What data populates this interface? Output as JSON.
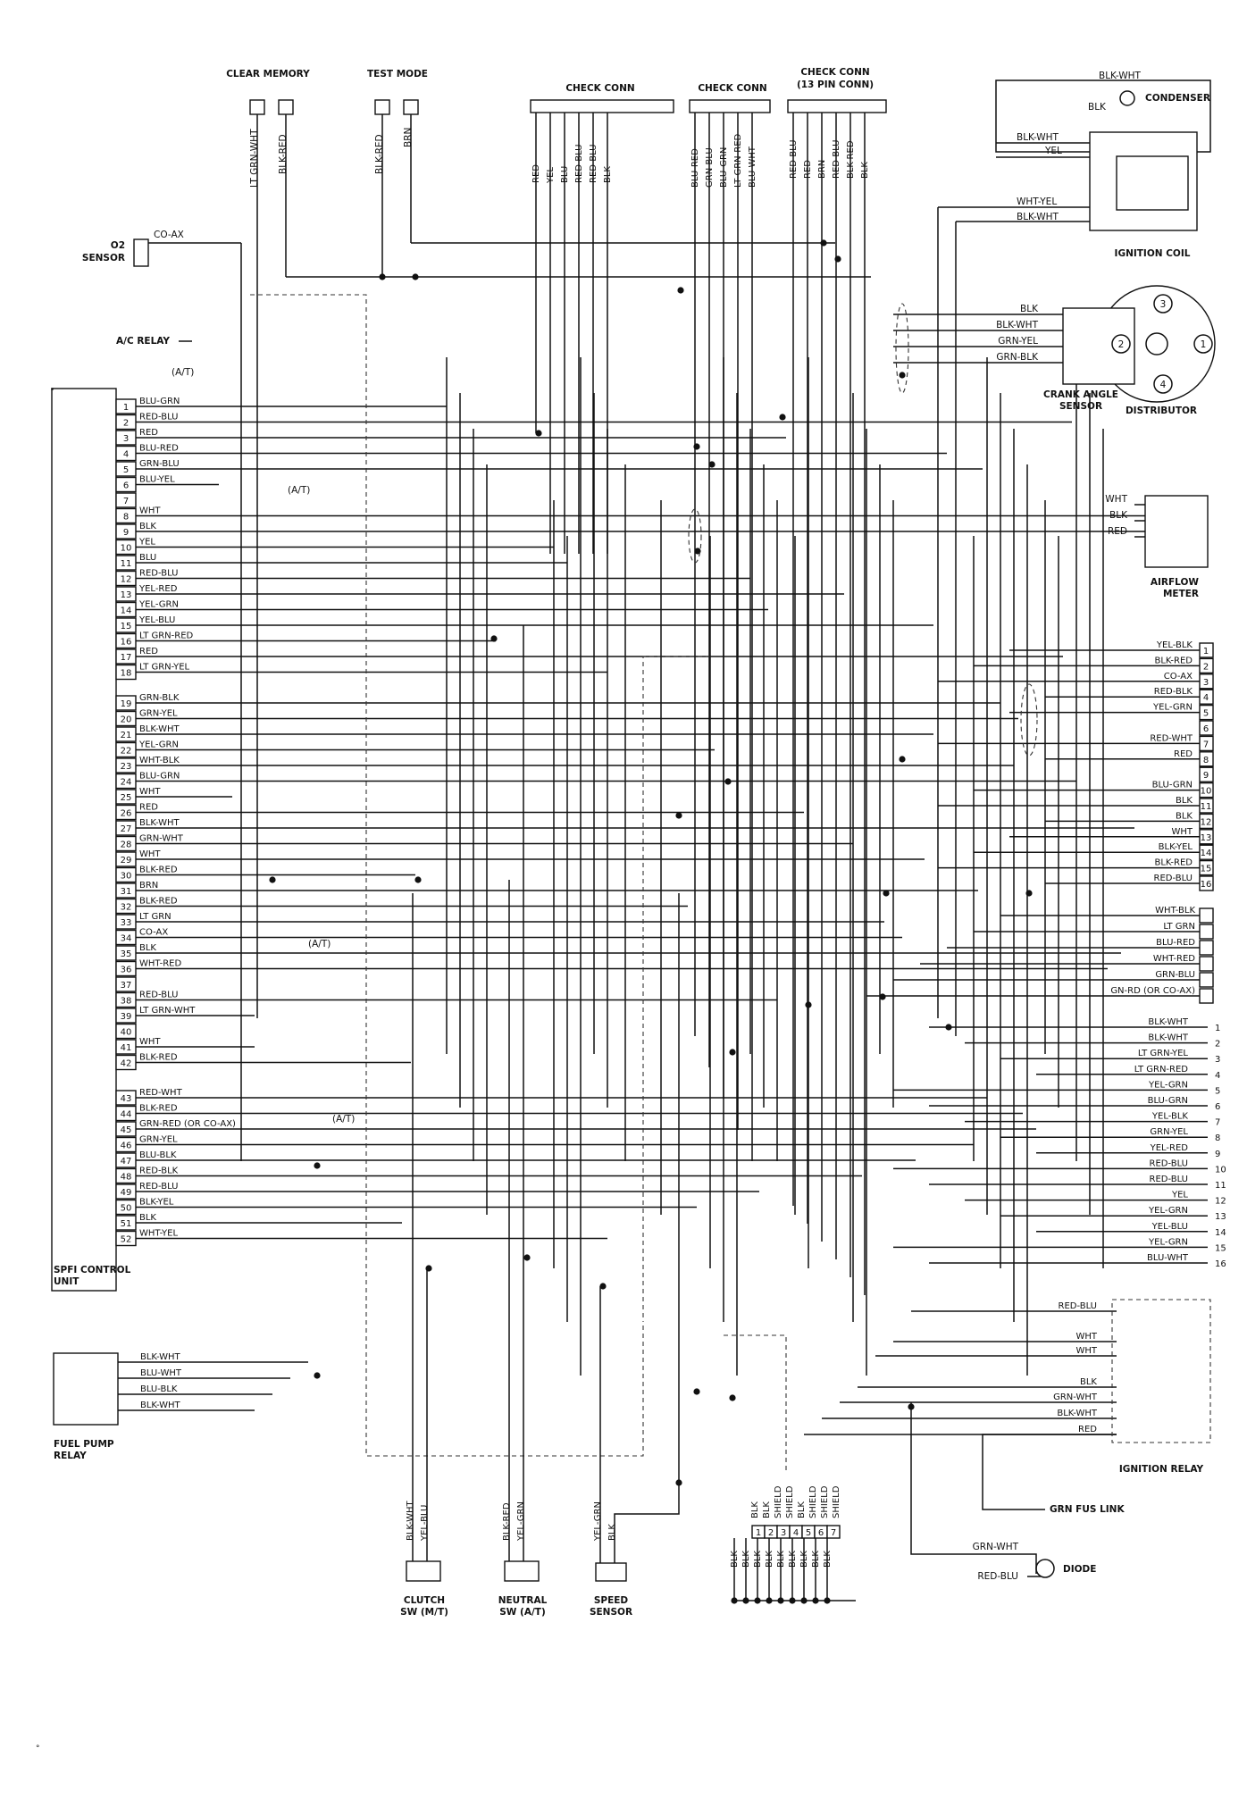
{
  "ecu": {
    "label": [
      "SPFI CONTROL",
      "UNIT"
    ],
    "pins": [
      {
        "n": "1",
        "w": "BLU-GRN"
      },
      {
        "n": "2",
        "w": "RED-BLU"
      },
      {
        "n": "3",
        "w": "RED"
      },
      {
        "n": "4",
        "w": "BLU-RED"
      },
      {
        "n": "5",
        "w": "GRN-BLU"
      },
      {
        "n": "6",
        "w": "BLU-YEL"
      },
      {
        "n": "7",
        "w": ""
      },
      {
        "n": "8",
        "w": "WHT"
      },
      {
        "n": "9",
        "w": "BLK"
      },
      {
        "n": "10",
        "w": "YEL"
      },
      {
        "n": "11",
        "w": "BLU"
      },
      {
        "n": "12",
        "w": "RED-BLU"
      },
      {
        "n": "13",
        "w": "YEL-RED"
      },
      {
        "n": "14",
        "w": "YEL-GRN"
      },
      {
        "n": "15",
        "w": "YEL-BLU"
      },
      {
        "n": "16",
        "w": "LT GRN-RED"
      },
      {
        "n": "17",
        "w": "RED"
      },
      {
        "n": "18",
        "w": "LT GRN-YEL"
      },
      {
        "n": "19",
        "w": "GRN-BLK"
      },
      {
        "n": "20",
        "w": "GRN-YEL"
      },
      {
        "n": "21",
        "w": "BLK-WHT"
      },
      {
        "n": "22",
        "w": "YEL-GRN"
      },
      {
        "n": "23",
        "w": "WHT-BLK"
      },
      {
        "n": "24",
        "w": "BLU-GRN"
      },
      {
        "n": "25",
        "w": "WHT"
      },
      {
        "n": "26",
        "w": "RED"
      },
      {
        "n": "27",
        "w": "BLK-WHT"
      },
      {
        "n": "28",
        "w": "GRN-WHT"
      },
      {
        "n": "29",
        "w": "WHT"
      },
      {
        "n": "30",
        "w": "BLK-RED"
      },
      {
        "n": "31",
        "w": "BRN"
      },
      {
        "n": "32",
        "w": "BLK-RED"
      },
      {
        "n": "33",
        "w": "LT GRN"
      },
      {
        "n": "34",
        "w": "CO-AX"
      },
      {
        "n": "35",
        "w": "BLK"
      },
      {
        "n": "36",
        "w": "WHT-RED"
      },
      {
        "n": "37",
        "w": ""
      },
      {
        "n": "38",
        "w": "RED-BLU"
      },
      {
        "n": "39",
        "w": "LT GRN-WHT"
      },
      {
        "n": "40",
        "w": ""
      },
      {
        "n": "41",
        "w": "WHT"
      },
      {
        "n": "42",
        "w": "BLK-RED"
      },
      {
        "n": "43",
        "w": "RED-WHT"
      },
      {
        "n": "44",
        "w": "BLK-RED"
      },
      {
        "n": "45",
        "w": "GRN-RED (OR CO-AX)"
      },
      {
        "n": "46",
        "w": "GRN-YEL"
      },
      {
        "n": "47",
        "w": "BLU-BLK"
      },
      {
        "n": "48",
        "w": "RED-BLK"
      },
      {
        "n": "49",
        "w": "RED-BLU"
      },
      {
        "n": "50",
        "w": "BLK-YEL"
      },
      {
        "n": "51",
        "w": "BLK"
      },
      {
        "n": "52",
        "w": "WHT-YEL"
      }
    ]
  },
  "top": {
    "clear_memory": "CLEAR MEMORY",
    "clear_memory_wires": [
      "LT GRN-WHT",
      "BLK-RED"
    ],
    "test_mode": "TEST MODE",
    "test_mode_wires": [
      "BLK-RED",
      "BRN"
    ],
    "check_conn_1": "CHECK CONN",
    "check_conn_1_wires": [
      "RED",
      "YEL",
      "BLU",
      "RED-BLU",
      "RED-BLU",
      "BLK"
    ],
    "check_conn_2": "CHECK CONN",
    "check_conn_2_wires": [
      "BLU-RED",
      "GRN-BLU",
      "BLU-GRN",
      "LT GRN-RED",
      "BLU-WHT"
    ],
    "check_conn_3": [
      "CHECK CONN",
      "(13 PIN CONN)"
    ],
    "check_conn_3_wires": [
      "RED-BLU",
      "RED",
      "BRN",
      "RED-BLU",
      "BLK-RED",
      "BLK"
    ]
  },
  "left": {
    "o2": [
      "O2",
      "SENSOR"
    ],
    "o2_wire": "CO-AX",
    "ac_relay": "A/C RELAY",
    "at_labels": [
      "(A/T)",
      "(A/T)",
      "(A/T)",
      "(A/T)"
    ]
  },
  "coil": {
    "label": "IGNITION COIL",
    "condenser": "CONDENSER",
    "wires": [
      "BLK-WHT",
      "BLK",
      "BLK-WHT",
      "YEL",
      "WHT-YEL",
      "BLK-WHT"
    ]
  },
  "distributor": {
    "crank": [
      "CRANK ANGLE",
      "SENSOR"
    ],
    "label": "DISTRIBUTOR",
    "numbers": [
      "1",
      "2",
      "3",
      "4"
    ],
    "wires": [
      "BLK",
      "BLK-WHT",
      "GRN-YEL",
      "GRN-BLK"
    ]
  },
  "airflow": {
    "label": [
      "AIRFLOW",
      "METER"
    ],
    "wires": [
      "WHT",
      "BLK",
      "RED"
    ]
  },
  "conn16a": {
    "rows": [
      {
        "n": "1",
        "w": "YEL-BLK"
      },
      {
        "n": "2",
        "w": "BLK-RED"
      },
      {
        "n": "3",
        "w": "CO-AX"
      },
      {
        "n": "4",
        "w": "RED-BLK"
      },
      {
        "n": "5",
        "w": "YEL-GRN"
      },
      {
        "n": "6",
        "w": ""
      },
      {
        "n": "7",
        "w": "RED-WHT"
      },
      {
        "n": "8",
        "w": "RED"
      },
      {
        "n": "9",
        "w": ""
      },
      {
        "n": "10",
        "w": "BLU-GRN"
      },
      {
        "n": "11",
        "w": "BLK"
      },
      {
        "n": "12",
        "w": "BLK"
      },
      {
        "n": "13",
        "w": "WHT"
      },
      {
        "n": "14",
        "w": "BLK-YEL"
      },
      {
        "n": "15",
        "w": "BLK-RED"
      },
      {
        "n": "16",
        "w": "RED-BLU"
      }
    ]
  },
  "conn6": {
    "rows": [
      "WHT-BLK",
      "LT GRN",
      "BLU-RED",
      "WHT-RED",
      "GRN-BLU",
      "GN-RD (OR CO-AX)"
    ]
  },
  "conn16b": {
    "rows": [
      {
        "n": "1",
        "w": "BLK-WHT"
      },
      {
        "n": "2",
        "w": "BLK-WHT"
      },
      {
        "n": "3",
        "w": "LT GRN-YEL"
      },
      {
        "n": "4",
        "w": "LT GRN-RED"
      },
      {
        "n": "5",
        "w": "YEL-GRN"
      },
      {
        "n": "6",
        "w": "BLU-GRN"
      },
      {
        "n": "7",
        "w": "YEL-BLK"
      },
      {
        "n": "8",
        "w": "GRN-YEL"
      },
      {
        "n": "9",
        "w": "YEL-RED"
      },
      {
        "n": "10",
        "w": "RED-BLU"
      },
      {
        "n": "11",
        "w": "RED-BLU"
      },
      {
        "n": "12",
        "w": "YEL"
      },
      {
        "n": "13",
        "w": "YEL-GRN"
      },
      {
        "n": "14",
        "w": "YEL-BLU"
      },
      {
        "n": "15",
        "w": "YEL-GRN"
      },
      {
        "n": "16",
        "w": "BLU-WHT"
      }
    ]
  },
  "ign_relay": {
    "label": "IGNITION RELAY",
    "wires": [
      "RED-BLU",
      "WHT",
      "WHT",
      "BLK",
      "GRN-WHT",
      "BLK-WHT",
      "RED"
    ]
  },
  "fus_link": "GRN FUS LINK",
  "diode": {
    "label": "DIODE",
    "wires": [
      "GRN-WHT",
      "RED-BLU"
    ]
  },
  "fuel_pump": {
    "label": [
      "FUEL PUMP",
      "RELAY"
    ],
    "wires": [
      "BLK-WHT",
      "BLU-WHT",
      "BLU-BLK",
      "BLK-WHT"
    ]
  },
  "bottom": {
    "clutch": [
      "CLUTCH",
      "SW (M/T)"
    ],
    "clutch_wires": [
      "BLK-WHT",
      "YEL-BLU"
    ],
    "neutral": [
      "NEUTRAL",
      "SW (A/T)"
    ],
    "neutral_wires": [
      "BLK-RED",
      "YEL-GRN"
    ],
    "speed": [
      "SPEED",
      "SENSOR"
    ],
    "speed_wires": [
      "YEL-GRN",
      "BLK"
    ],
    "ground_top": [
      "BLK",
      "BLK",
      "SHIELD",
      "SHIELD",
      "BLK",
      "SHIELD",
      "SHIELD",
      "SHIELD"
    ],
    "ground_pins": [
      "1",
      "2",
      "3",
      "4",
      "5",
      "6",
      "7"
    ],
    "ground_bottom": [
      "BLK",
      "BLK",
      "BLK",
      "BLK",
      "BLK",
      "BLK",
      "BLK",
      "BLK",
      "BLK"
    ]
  }
}
